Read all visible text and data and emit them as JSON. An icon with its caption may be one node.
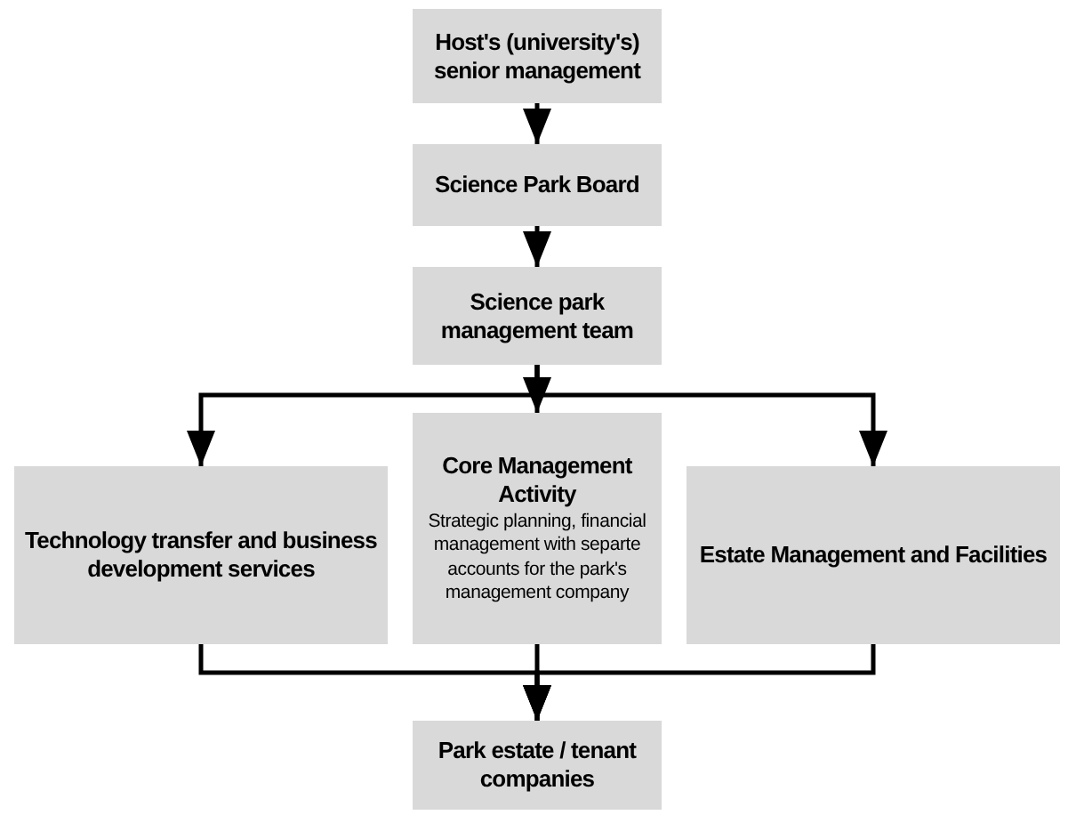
{
  "diagram": {
    "nodes": [
      {
        "text": [
          "Host's (university's) senior management"
        ]
      },
      {
        "text": [
          "Science Park Board"
        ]
      },
      {
        "text": [
          "Science park management team"
        ]
      },
      {
        "text": [
          "Technology transfer and business development services"
        ]
      },
      {
        "text": [
          "Core Management Activity",
          "Strategic planning, financial management with separte accounts for the park's management company"
        ]
      },
      {
        "text": [
          "Estate Management and Facilities"
        ]
      },
      {
        "text": [
          "Park estate / tenant companies"
        ]
      }
    ],
    "edges": [
      {
        "from": 0,
        "to": 1,
        "arrow": "to"
      },
      {
        "from": 1,
        "to": 2,
        "arrow": "to"
      },
      {
        "from": 2,
        "to": 3,
        "arrow": "to"
      },
      {
        "from": 2,
        "to": 4,
        "arrow": "to"
      },
      {
        "from": 2,
        "to": 5,
        "arrow": "to"
      },
      {
        "from": 3,
        "to": 6,
        "arrow": "to"
      },
      {
        "from": 4,
        "to": 6,
        "arrow": "to"
      },
      {
        "from": 5,
        "to": 6,
        "arrow": "to"
      }
    ]
  }
}
